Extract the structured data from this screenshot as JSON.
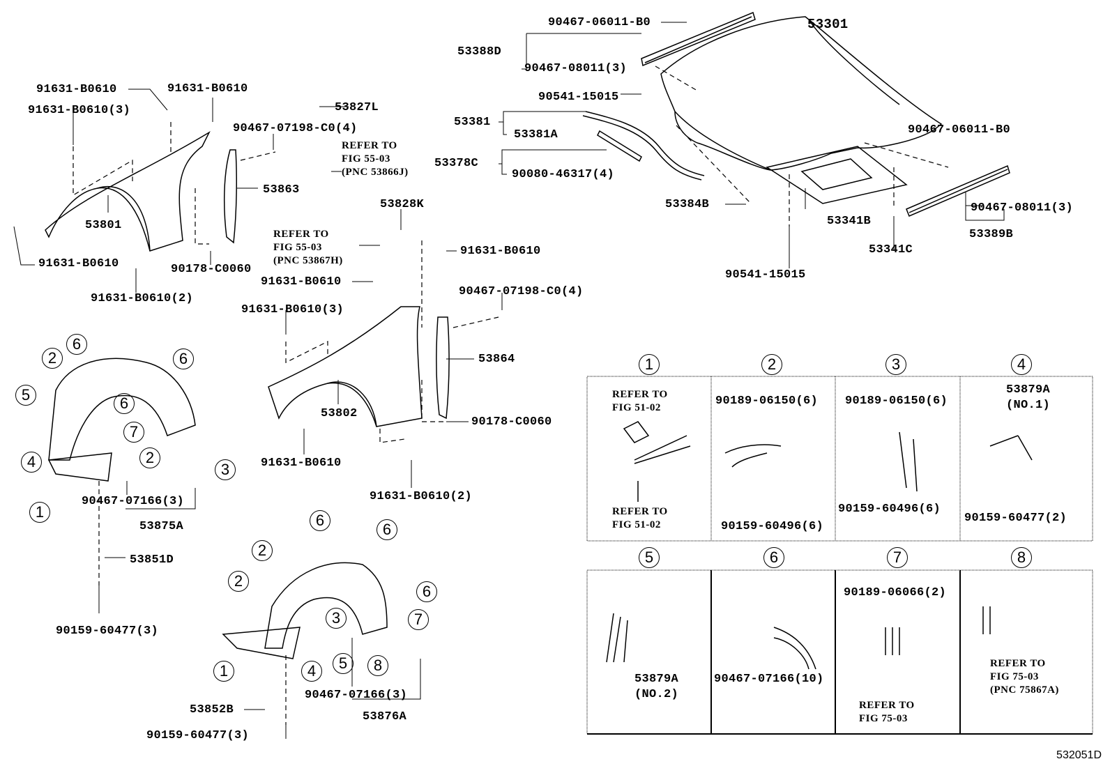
{
  "diagram": {
    "type": "parts-exploded-view",
    "figure_id": "532051D",
    "hood": {
      "labels": {
        "hood_panel": "53301",
        "seal_front_assy": "53388D",
        "seal_front_screw_top": "90467-06011-B0",
        "seal_front_clip": "90467-08011(3)",
        "cushion_upper": "90541-15015",
        "seal_side": "53381",
        "seal_side_clip": "53381A",
        "insulator_seal": "53378C",
        "insulator_clip": "90080-46317(4)",
        "cushion_lower": "53384B",
        "hood_lock_support": "53341B",
        "hood_lock_clip": "53341C",
        "cushion_bottom": "90541-15015",
        "seal_rear_screw": "90467-06011-B0",
        "seal_rear_clip": "90467-08011(3)",
        "seal_rear_assy": "53389B"
      }
    },
    "rh_fender": {
      "labels": {
        "bolt_top": "91631-B0610",
        "bolt_top_right": "91631-B0610",
        "bolt_row": "91631-B0610(3)",
        "clip_liner": "90467-07198-C0(4)",
        "fender": "53801",
        "liner": "53863",
        "bolt_front": "91631-B0610",
        "bolt_bottom": "91631-B0610(2)",
        "grommet": "90178-C0060",
        "bracket": "53827L",
        "refer_note": "REFER TO\nFIG 55-03\n(PNC 53866J)"
      }
    },
    "lh_fender": {
      "labels": {
        "bracket": "53828K",
        "refer_note": "REFER TO\nFIG 55-03\n(PNC 53867H)",
        "bolt_right": "91631-B0610",
        "bolt_top": "91631-B0610",
        "bolt_row": "91631-B0610(3)",
        "clip_liner": "90467-07198-C0(4)",
        "liner": "53864",
        "fender": "53802",
        "grommet": "90178-C0060",
        "bolt_front": "91631-B0610",
        "bolt_bottom": "91631-B0610(2)"
      }
    },
    "rh_splash_shield": {
      "callouts": [
        "2",
        "6",
        "6",
        "5",
        "6",
        "7",
        "4",
        "2",
        "3",
        "1"
      ],
      "labels": {
        "clip": "90467-07166(3)",
        "shield_assy": "53875A",
        "seal": "53851D",
        "screw": "90159-60477(3)"
      }
    },
    "lh_splash_shield": {
      "callouts": [
        "6",
        "6",
        "2",
        "2",
        "6",
        "3",
        "7",
        "1",
        "4",
        "5",
        "8"
      ],
      "labels": {
        "clip": "90467-07166(3)",
        "shield_assy": "53876A",
        "seal": "53852B",
        "screw": "90159-60477(3)"
      }
    },
    "detail_panels": [
      {
        "num": "1",
        "texts": [
          "REFER TO\nFIG 51-02",
          "REFER TO\nFIG 51-02"
        ]
      },
      {
        "num": "2",
        "texts": [
          "90189-06150(6)",
          "90159-60496(6)"
        ]
      },
      {
        "num": "3",
        "texts": [
          "90189-06150(6)",
          "90159-60496(6)"
        ]
      },
      {
        "num": "4",
        "texts": [
          "53879A\n(NO.1)",
          "90159-60477(2)"
        ]
      },
      {
        "num": "5",
        "texts": [
          "53879A\n(NO.2)"
        ]
      },
      {
        "num": "6",
        "texts": [
          "90467-07166(10)"
        ]
      },
      {
        "num": "7",
        "texts": [
          "90189-06066(2)",
          "REFER TO\nFIG 75-03"
        ]
      },
      {
        "num": "8",
        "texts": [
          "REFER TO\nFIG 75-03\n(PNC 75867A)"
        ]
      }
    ]
  }
}
